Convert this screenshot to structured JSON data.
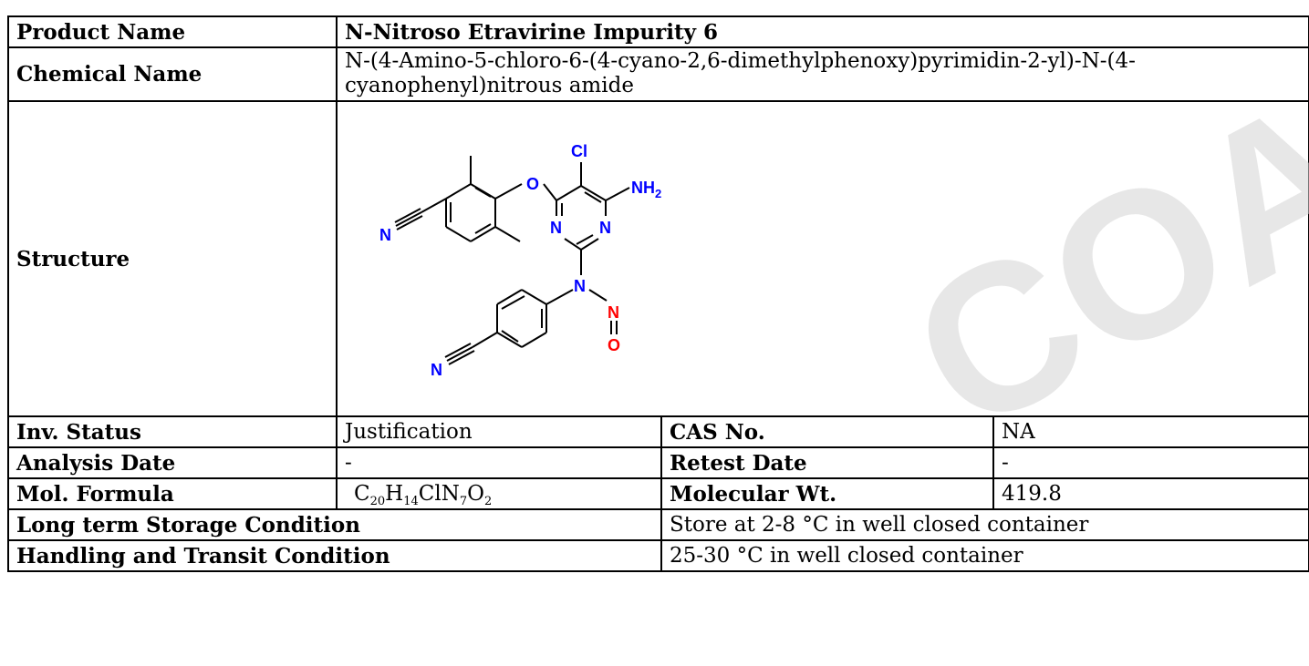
{
  "rows": {
    "product_name": {
      "label": "Product Name",
      "value": "N-Nitroso Etravirine Impurity 6"
    },
    "chemical_name": {
      "label": "Chemical Name",
      "value": "N-(4-Amino-5-chloro-6-(4-cyano-2,6-dimethylphenoxy)pyrimidin-2-yl)-N-(4-cyanophenyl)nitrous amide"
    },
    "structure": {
      "label": "Structure"
    },
    "inv_status": {
      "label": "Inv. Status",
      "value": "Justification",
      "label2": "CAS No.",
      "value2": "NA"
    },
    "analysis_date": {
      "label": "Analysis Date",
      "value": "-",
      "label2": "Retest Date",
      "value2": "-"
    },
    "mol_formula": {
      "label": "Mol. Formula",
      "formula": {
        "c": "C",
        "c_n": "20",
        "h": "H",
        "h_n": "14",
        "cl": "ClN",
        "n_n": "7",
        "o": "O",
        "o_n": "2"
      },
      "label2": "Molecular Wt.",
      "value2": "419.8"
    },
    "long_term_storage": {
      "label": "Long term Storage Condition",
      "value": "Store at 2-8 °C in well closed container"
    },
    "handling": {
      "label": "Handling and Transit Condition",
      "value": "25-30 °C in well closed container"
    }
  },
  "structure_atoms": {
    "cl": "Cl",
    "o_ether": "O",
    "nh2": "NH",
    "nh2_sub": "2",
    "n1": "N",
    "n3": "N",
    "n_amine": "N",
    "n_nitroso": "N",
    "o_nitroso": "O",
    "n_cyano_top": "N",
    "n_cyano_bottom": "N"
  },
  "watermark": {
    "text": "COA",
    "color": "#d3d3d3"
  },
  "colors": {
    "nitrogen": "#0000ff",
    "oxygen": "#ff0000",
    "chlorine": "#00cc00",
    "bond": "#000000"
  }
}
